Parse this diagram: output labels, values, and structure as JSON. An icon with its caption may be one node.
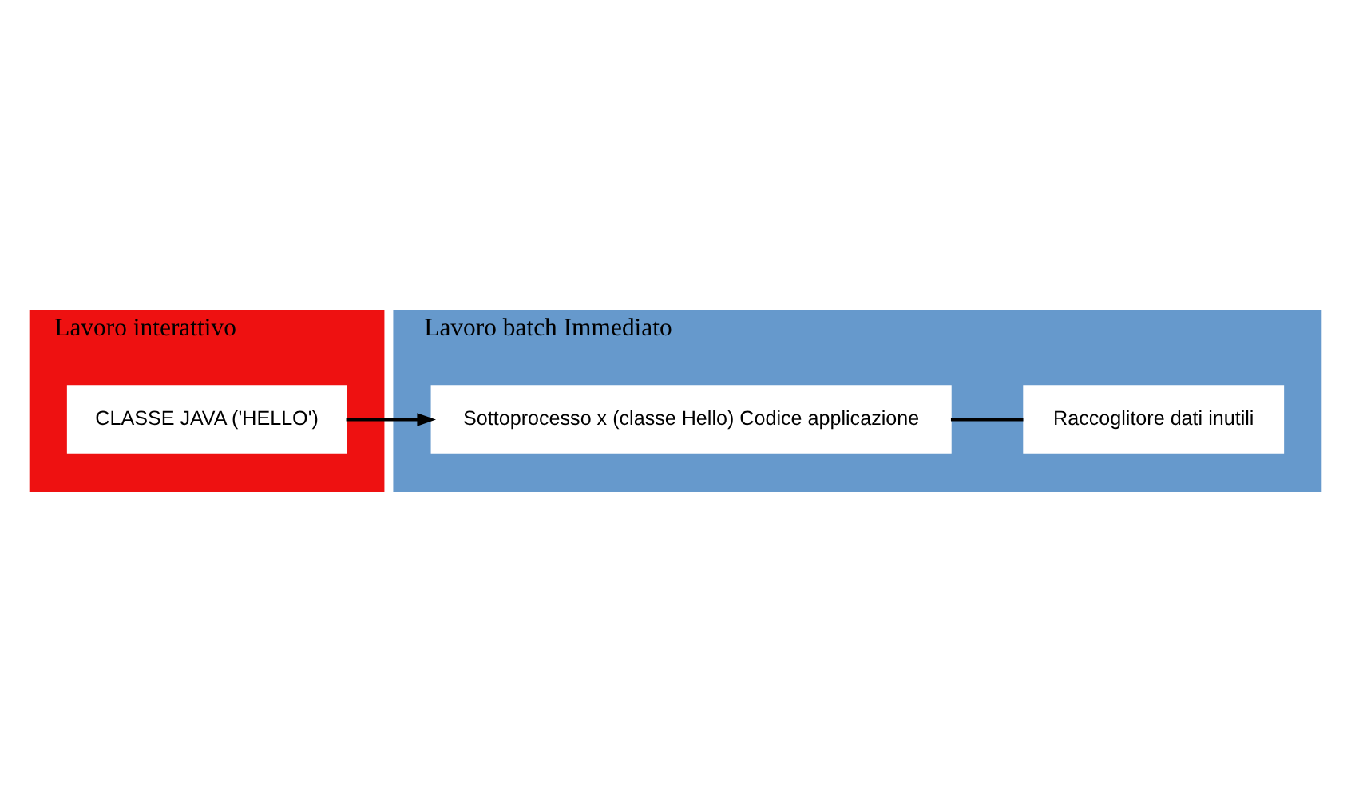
{
  "diagram": {
    "nodes": [
      {
        "text": [
          "Lavoro interattivo"
        ]
      },
      {
        "text": [
          "CLASSE JAVA ('HELLO')"
        ],
        "in": 0
      },
      {
        "text": [
          "Lavoro batch Immediato"
        ]
      },
      {
        "text": [
          "Sottoprocesso x (classe Hello) Codice applicazione"
        ],
        "in": 2
      },
      {
        "text": [
          "Raccoglitore dati inutili"
        ],
        "in": 2
      }
    ],
    "edges": [
      {
        "from": 1,
        "to": 3,
        "arrow": "to"
      },
      {
        "from": 3,
        "to": 4,
        "arrow": "none"
      }
    ]
  }
}
